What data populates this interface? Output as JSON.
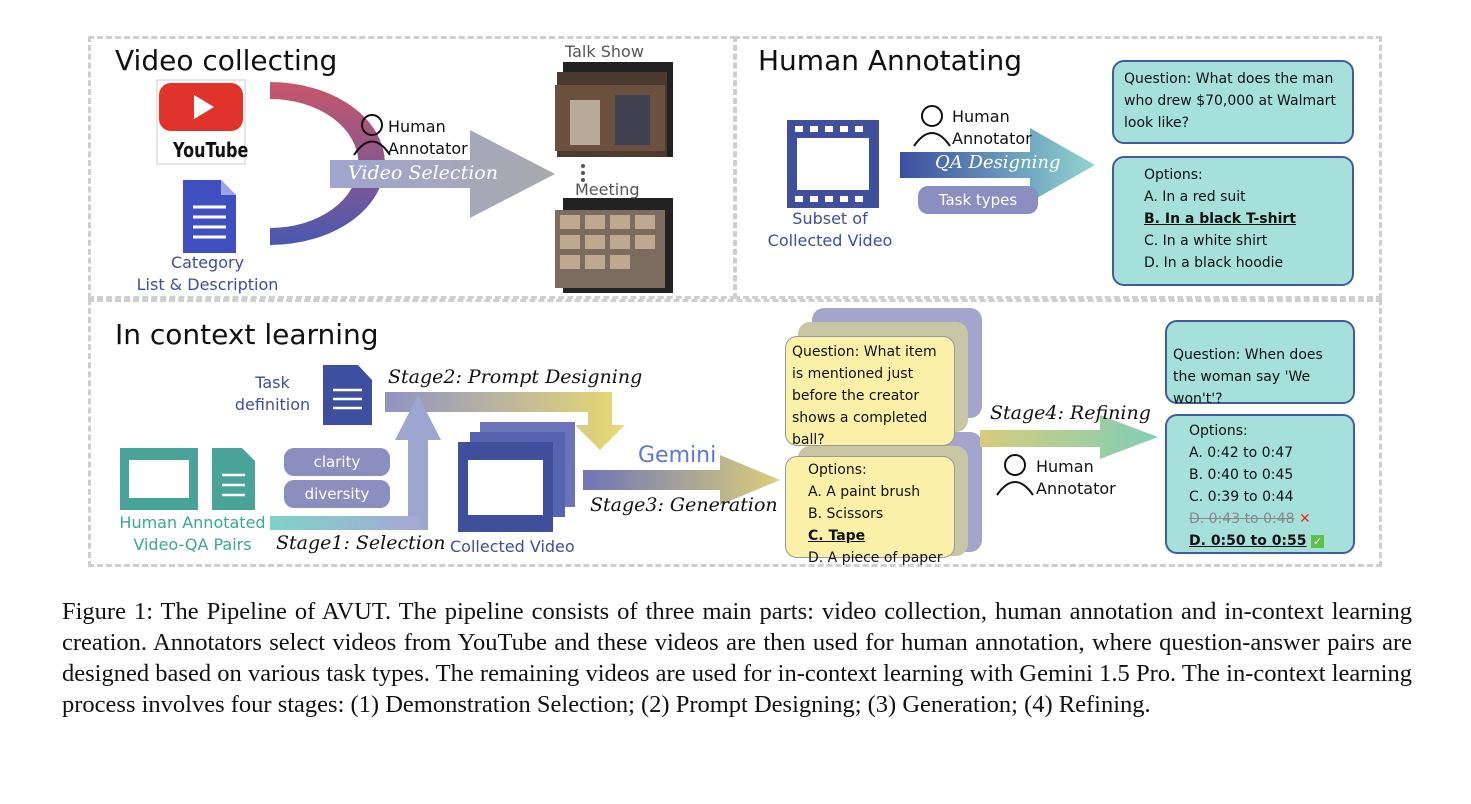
{
  "video_collecting": {
    "title": "Video collecting",
    "youtube": "YouTube",
    "category": "Category",
    "category2": "List & Description",
    "annotator1": "Human",
    "annotator2": "Annotator",
    "arrow_label": "Video Selection",
    "talk_show": "Talk Show",
    "meeting": "Meeting"
  },
  "human_annotating": {
    "title": "Human Annotating",
    "subset1": "Subset of",
    "subset2": "Collected Video",
    "annotator1": "Human",
    "annotator2": "Annotator",
    "arrow_label": "QA Designing",
    "task_types": "Task types",
    "question": "Question: What does the man who drew $70,000 at Walmart look like?",
    "options_title": "Options:",
    "options": [
      "A. In a red suit",
      "B. In a black T-shirt",
      "C. In a white shirt",
      "D. In a black hoodie"
    ]
  },
  "in_context": {
    "title": "In context learning",
    "task_def1": "Task",
    "task_def2": "definition",
    "stage2": "Stage2: Prompt Designing",
    "clarity": "clarity",
    "diversity": "diversity",
    "pairs1": "Human Annotated",
    "pairs2": "Video-QA Pairs",
    "stage1": "Stage1: Selection",
    "collected": "Collected Video",
    "gemini": "Gemini",
    "stage3": "Stage3: Generation",
    "gen_question": "Question: What item is mentioned just before the creator shows a completed ball?",
    "gen_options_title": "Options:",
    "gen_options": [
      "A. A paint brush",
      "B. Scissors",
      "C. Tape",
      "D. A piece of paper"
    ],
    "stage4": "Stage4: Refining",
    "annotator1": "Human",
    "annotator2": "Annotator",
    "ref_question": "Question: When does the woman say 'We won't'?",
    "ref_options_title": "Options:",
    "ref_options": [
      "A. 0:42 to 0:47",
      "B. 0:40 to 0:45",
      "C. 0:39 to 0:44",
      "D. 0:43 to 0:48",
      "D. 0:50 to 0:55"
    ]
  },
  "caption": "Figure 1: The Pipeline of AVUT. The pipeline consists of three main parts: video collection, human annotation and in-context learning creation. Annotators select videos from YouTube and these videos are then used for human annotation, where question-answer pairs are designed based on various task types. The remaining videos are used for in-context learning with Gemini 1.5 Pro. The in-context learning process involves four stages: (1) Demonstration Selection; (2) Prompt Designing; (3) Generation; (4) Refining."
}
